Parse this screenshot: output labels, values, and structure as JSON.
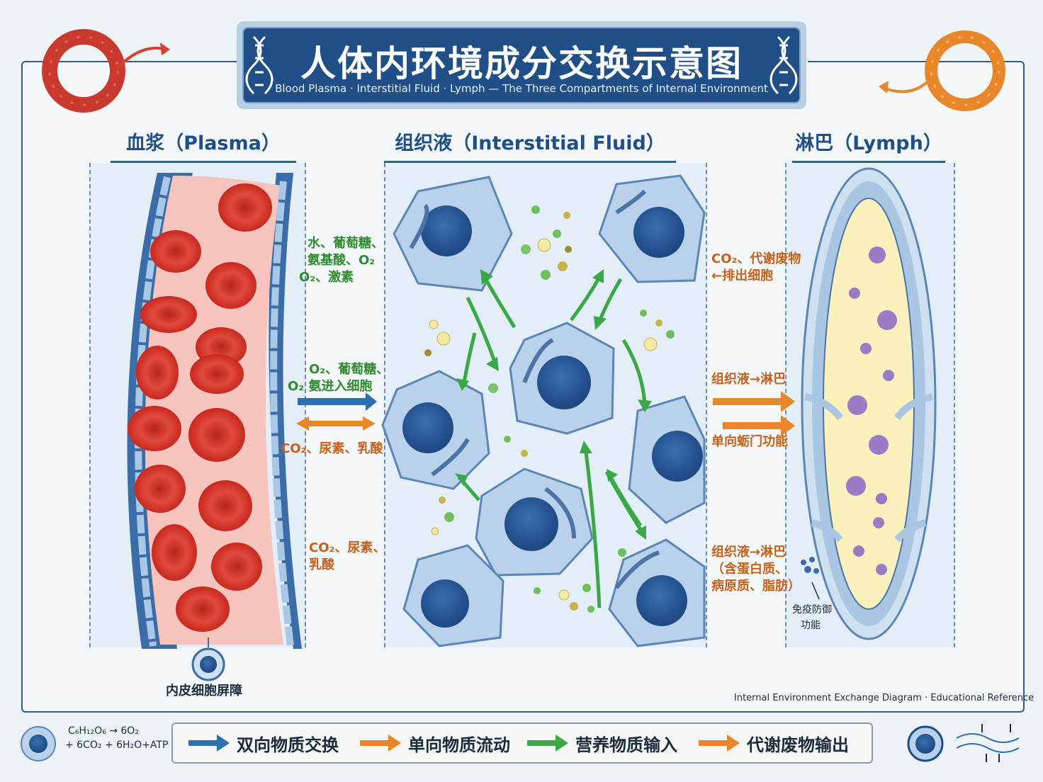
{
  "title": {
    "main": "人体内环境成分交换示意图",
    "subtitle": "Blood Plasma · Interstitial Fluid · Lymph — The Three Compartments of Internal Environment"
  },
  "sections": {
    "plasma": "血浆（Plasma）",
    "interstitial": "组织液（Interstitial Fluid）",
    "lymph": "淋巴（Lymph）"
  },
  "plasma_labels": {
    "inflow_1": "水、葡萄糖、",
    "inflow_2": "氨基酸、O₂",
    "inflow_3": "O₂、激素",
    "outflow_1": "CO₂、尿素、",
    "outflow_2": "乳酸",
    "endothelium": "内皮细胞屏障"
  },
  "middle_labels": {
    "enter_1": "O₂、葡萄糖、",
    "enter_2": "O₂ 氨进入细胞",
    "exit": "CO₂、尿素、乳酸"
  },
  "lymph_labels": {
    "waste_1": "CO₂、代谢废物",
    "waste_2": "←排出细胞",
    "to_lymph_1": "组织液→淋巴",
    "valve": "单向蛎门功能",
    "to_lymph_2": "组织液→淋巴",
    "to_lymph_2b": "（含蛋白质、",
    "to_lymph_2c": "病原质、脂肪）",
    "immune_1": "免疫防御",
    "immune_2": "功能"
  },
  "footer": {
    "reference": "Internal Environment Exchange Diagram · Educational Reference",
    "equation_1": "C₆H₁₂O₆ → 6O₂",
    "equation_2": "+ 6CO₂ + 6H₂O+ATP"
  },
  "legend": [
    {
      "label": "双向物质交换",
      "color": "#2e6fb0"
    },
    {
      "label": "单向物质流动",
      "color": "#e8862a"
    },
    {
      "label": "营养物质输入",
      "color": "#3aa845"
    },
    {
      "label": "代谢废物输出",
      "color": "#e8862a"
    }
  ]
}
